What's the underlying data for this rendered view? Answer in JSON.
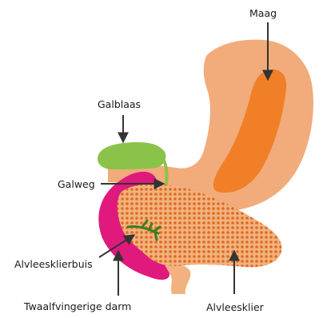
{
  "labels": {
    "stomach": "Maag",
    "gallbladder": "Galblaas",
    "bile_duct": "Galweg",
    "pancreatic_duct": "Alvleesklierbuis",
    "duodenum": "Twaalfvingerige darm",
    "pancreas": "Alvleesklier"
  },
  "colors": {
    "stomach": "#f2ab7a",
    "stomach_inner": "#f07f27",
    "gallbladder": "#8bc34a",
    "duodenum": "#e0197d",
    "pancreas": "#f1b27f",
    "pancreas_dots": "#e06a1e",
    "arrow": "#333333"
  }
}
